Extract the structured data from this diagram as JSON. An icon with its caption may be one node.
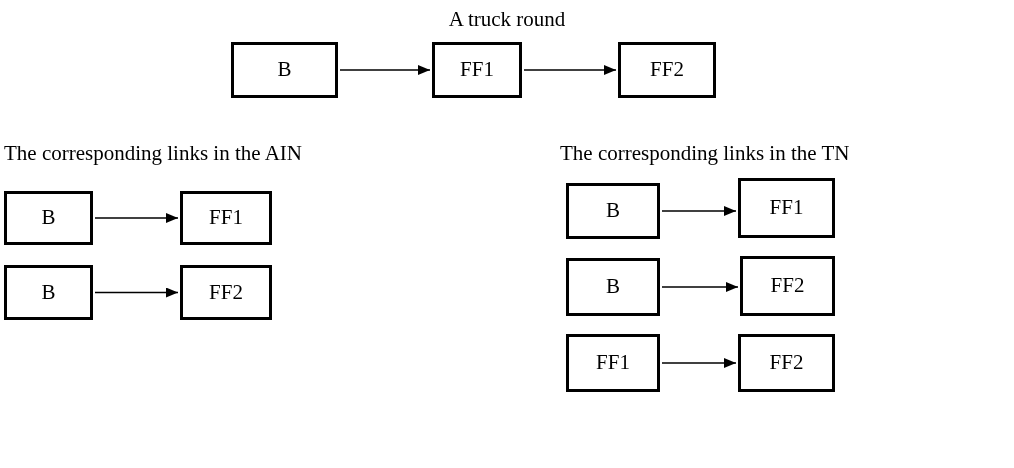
{
  "diagram": {
    "title": "A truck round",
    "nodes": [
      {
        "text": [
          "B"
        ]
      },
      {
        "text": [
          "FF1"
        ]
      },
      {
        "text": [
          "FF2"
        ]
      },
      {
        "text": [
          "B"
        ]
      },
      {
        "text": [
          "FF1"
        ]
      },
      {
        "text": [
          "B"
        ]
      },
      {
        "text": [
          "FF2"
        ]
      },
      {
        "text": [
          "B"
        ]
      },
      {
        "text": [
          "FF1"
        ]
      },
      {
        "text": [
          "B"
        ]
      },
      {
        "text": [
          "FF2"
        ]
      },
      {
        "text": [
          "FF1"
        ]
      },
      {
        "text": [
          "FF2"
        ]
      }
    ],
    "edges": [
      {
        "from": 0,
        "to": 1,
        "arrow": "to"
      },
      {
        "from": 1,
        "to": 2,
        "arrow": "to"
      },
      {
        "from": 3,
        "to": 4,
        "arrow": "to"
      },
      {
        "from": 5,
        "to": 6,
        "arrow": "to"
      },
      {
        "from": 7,
        "to": 8,
        "arrow": "to"
      },
      {
        "from": 9,
        "to": 10,
        "arrow": "to"
      },
      {
        "from": 11,
        "to": 12,
        "arrow": "to"
      }
    ],
    "labels": [
      "The corresponding links in the AIN",
      "The corresponding links in the TN"
    ]
  }
}
